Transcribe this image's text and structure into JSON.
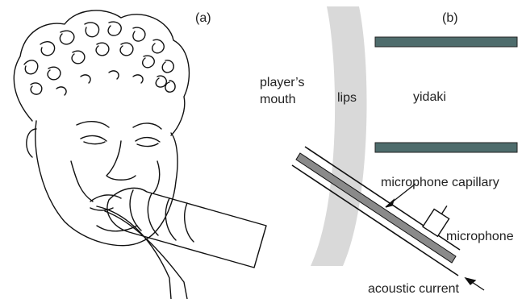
{
  "panel_a": {
    "label": "(a)"
  },
  "panel_b": {
    "label": "(b)",
    "mouth_label_line1": "player’s",
    "mouth_label_line2": "mouth",
    "lips_label": "lips",
    "instrument_label": "yidaki",
    "capillary_label": "microphone capillary",
    "microphone_label": "microphone",
    "current_label": "acoustic current"
  },
  "colors": {
    "pipe": "#4e6c6c",
    "lips": "#d9d9d9",
    "capillary_fill": "#8a8a8a",
    "ink": "#111111"
  }
}
